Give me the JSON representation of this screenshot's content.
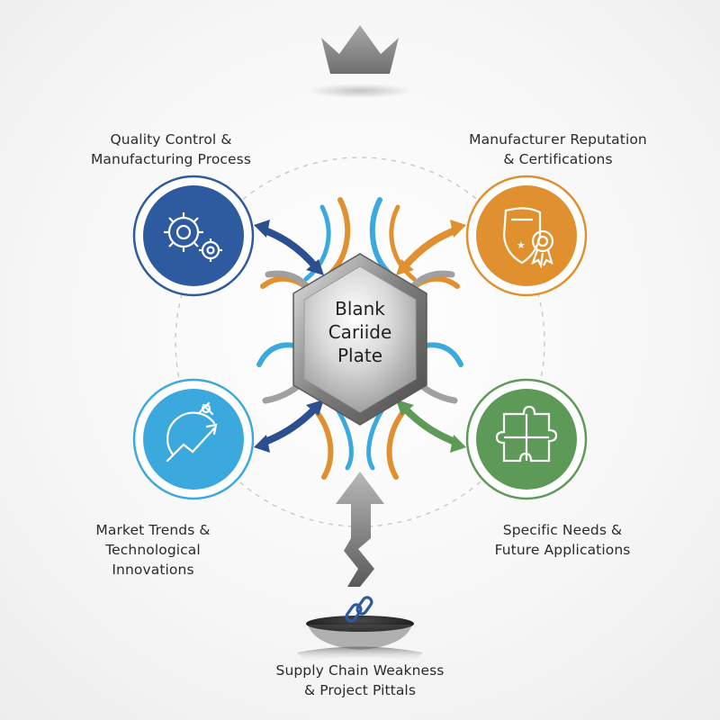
{
  "center": {
    "lines": [
      "Blank",
      "Cariide",
      "Plate"
    ]
  },
  "factors": [
    {
      "id": "quality",
      "lines": [
        "Quality Control &",
        "Manufacturing Process"
      ],
      "icon": "gears-icon",
      "color": "#2e5aa0"
    },
    {
      "id": "reputation",
      "lines": [
        "Manufactuгer Reputation",
        "& Certifications"
      ],
      "icon": "certificate-icon",
      "color": "#e0902f"
    },
    {
      "id": "market",
      "lines": [
        "Market Trends &",
        "Technological",
        "Innovations"
      ],
      "icon": "trend-chart-icon",
      "color": "#3ba9dd"
    },
    {
      "id": "needs",
      "lines": [
        "Specific Needs &",
        "Future Applications"
      ],
      "icon": "puzzle-icon",
      "color": "#5e9a57"
    }
  ],
  "risk": {
    "lines": [
      "Supply Chain Weakness",
      "& Project Pittals"
    ],
    "icon": "broken-link-icon"
  },
  "top_icon": "crown-icon",
  "colors": {
    "navy": "#2b4f8f",
    "orange": "#e0902f",
    "sky": "#3ba9dd",
    "green": "#5e9a57",
    "gray": "#a0a0a0",
    "dashed": "#c8c8c8"
  }
}
